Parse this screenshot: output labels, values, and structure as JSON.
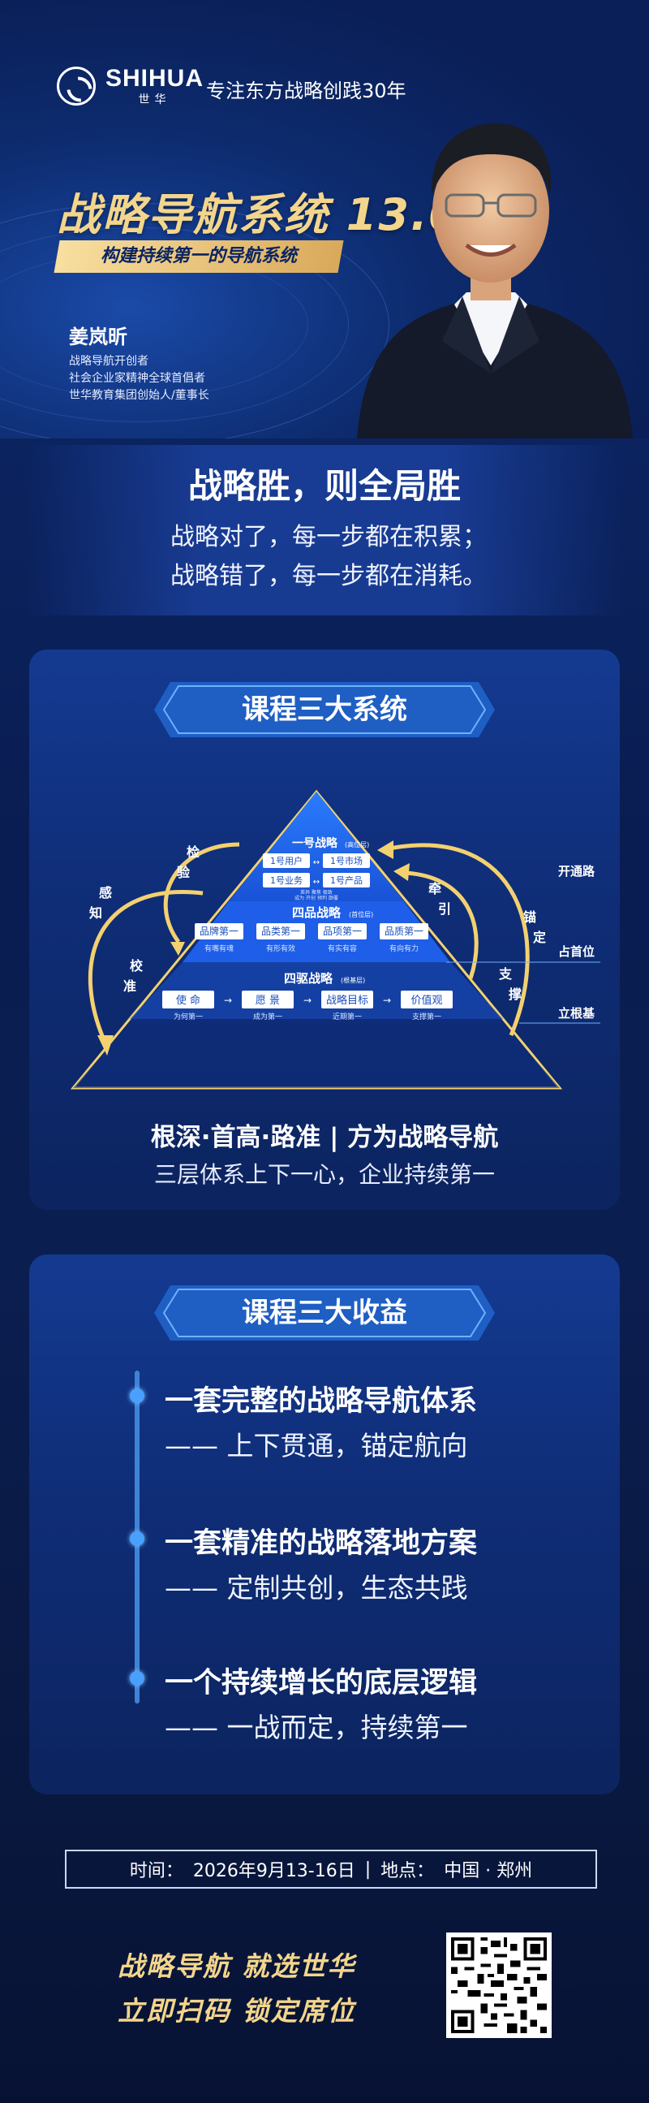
{
  "brand": {
    "logo_en": "SHIHUA",
    "logo_cn": "世华",
    "slogan": "专注东方战略创践30年"
  },
  "hero": {
    "title": "战略导航系统 13.0",
    "subtitle": "构建持续第一的导航系统",
    "person": {
      "name": "姜岚昕",
      "roles": [
        "战略导航开创者",
        "社会企业家精神全球首倡者",
        "世华教育集团创始人/董事长"
      ]
    }
  },
  "band": {
    "title": "战略胜，则全局胜",
    "line1": "战略对了，每一步都在积累；",
    "line2": "战略错了，每一步都在消耗。"
  },
  "systems": {
    "ribbon": "课程三大系统",
    "pyramid": {
      "top": {
        "title": "一号战略",
        "tag": "(高位层)",
        "boxes": [
          "1号用户",
          "1号市场",
          "1号业务",
          "1号产品"
        ],
        "notes": [
          "差异 聚焦 极致",
          "成为 开创 预判 颠覆"
        ]
      },
      "mid": {
        "title": "四品战略",
        "tag": "(首位层)",
        "boxes": [
          "品牌第一",
          "品类第一",
          "品项第一",
          "品质第一"
        ],
        "notes": [
          "有嘴有魂",
          "有形有效",
          "有实有容",
          "有向有力"
        ]
      },
      "bottom": {
        "title": "四驱战略",
        "tag": "(根基层)",
        "boxes": [
          "使 命",
          "愿 景",
          "战略目标",
          "价值观"
        ],
        "notes": [
          "为何第一",
          "成为第一",
          "近期第一",
          "支撑第一"
        ]
      },
      "left_labels": [
        "感",
        "知",
        "检",
        "验",
        "校",
        "准"
      ],
      "right_labels": [
        "牵",
        "引",
        "锚",
        "定",
        "支",
        "撑"
      ],
      "side_labels": [
        "开通路",
        "占首位",
        "立根基"
      ]
    },
    "headline": "根深·首高·路准 | 方为战略导航",
    "caption": "三层体系上下一心，企业持续第一"
  },
  "benefits": {
    "ribbon": "课程三大收益",
    "items": [
      {
        "title": "一套完整的战略导航体系",
        "sub": "—— 上下贯通，锚定航向"
      },
      {
        "title": "一套精准的战略落地方案",
        "sub": "—— 定制共创，生态共践"
      },
      {
        "title": "一个持续增长的底层逻辑",
        "sub": "—— 一战而定，持续第一"
      }
    ]
  },
  "info": {
    "time_label": "时间：",
    "time": "2026年9月13-16日",
    "sep": "|",
    "place_label": "地点：",
    "place": "中国 · 郑州"
  },
  "cta": {
    "line1": "战略导航 就选世华",
    "line2": "立即扫码 锁定席位"
  }
}
